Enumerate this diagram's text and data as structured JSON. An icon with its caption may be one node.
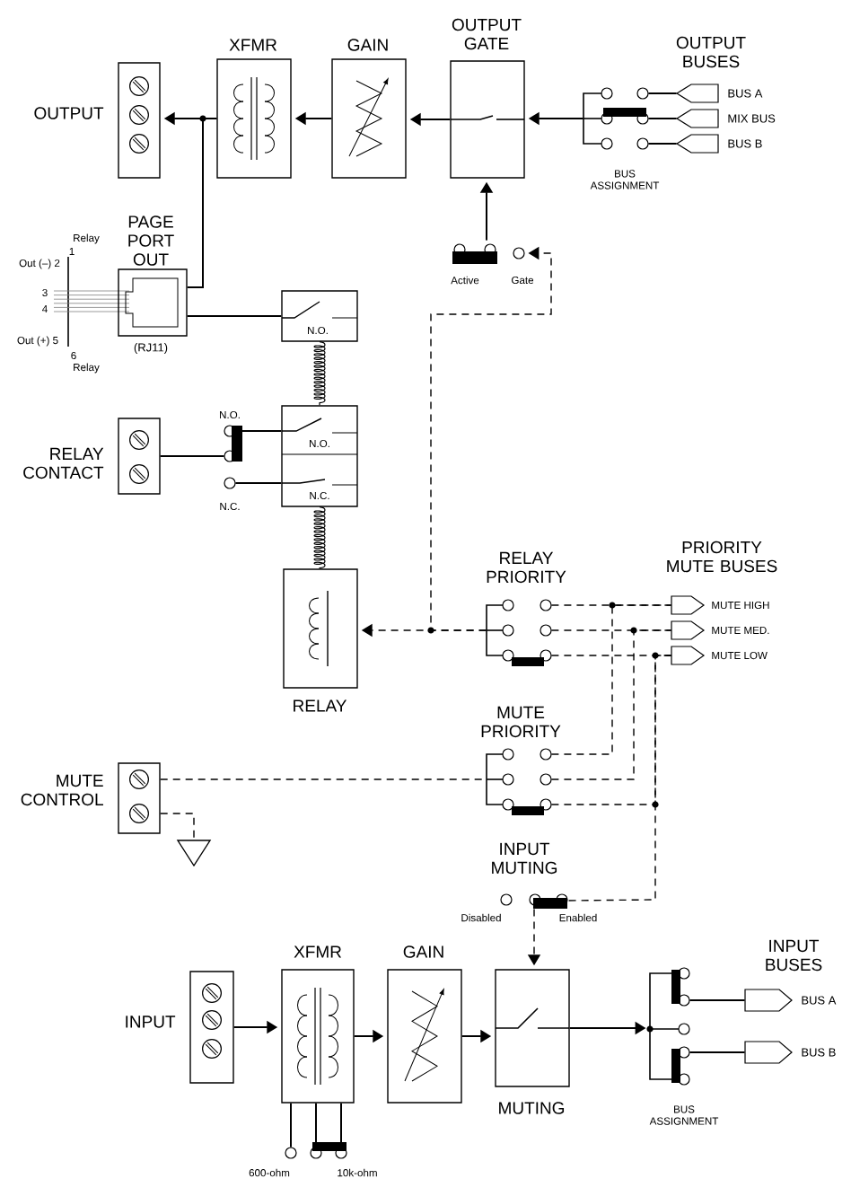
{
  "diagram": {
    "nodes": [
      {
        "text": [
          "OUTPUT"
        ]
      },
      {
        "text": [
          "XFMR"
        ]
      },
      {
        "text": [
          "GAIN"
        ]
      },
      {
        "text": [
          "OUTPUT GATE"
        ]
      },
      {
        "text": [],
        "shape": "switch",
        "beside": [
          "BUS ASSIGNMENT"
        ]
      },
      {
        "text": [],
        "shape": "tag",
        "beside": [
          "BUS A"
        ]
      },
      {
        "text": [],
        "shape": "tag",
        "beside": [
          "MIX BUS"
        ]
      },
      {
        "text": [],
        "shape": "tag",
        "beside": [
          "BUS B"
        ]
      },
      {
        "text": [
          "PAGE PORT OUT"
        ],
        "beside": [
          "(RJ11)"
        ]
      },
      {
        "text": [],
        "shape": "switch",
        "beside": [
          "Active",
          "Gate"
        ]
      },
      {
        "text": [
          "N.O."
        ]
      },
      {
        "text": [
          "RELAY CONTACT"
        ]
      },
      {
        "text": [],
        "shape": "switch",
        "beside": [
          "N.O.",
          "N.C."
        ]
      },
      {
        "text": [
          "N.O.",
          "N.C."
        ]
      },
      {
        "text": [
          "RELAY"
        ]
      },
      {
        "text": [
          "RELAY PRIORITY"
        ]
      },
      {
        "text": [],
        "shape": "tag",
        "beside": [
          "MUTE HIGH"
        ]
      },
      {
        "text": [],
        "shape": "tag",
        "beside": [
          "MUTE MED."
        ]
      },
      {
        "text": [],
        "shape": "tag",
        "beside": [
          "MUTE LOW"
        ]
      },
      {
        "text": [
          "MUTE PRIORITY"
        ]
      },
      {
        "text": [
          "MUTE CONTROL"
        ]
      },
      {
        "text": [],
        "shape": "ground"
      },
      {
        "text": [
          "INPUT MUTING"
        ],
        "beside": [
          "Disabled",
          "Enabled"
        ]
      },
      {
        "text": [
          "INPUT"
        ]
      },
      {
        "text": [
          "XFMR"
        ]
      },
      {
        "text": [
          "GAIN"
        ]
      },
      {
        "text": [
          "MUTING"
        ]
      },
      {
        "text": [],
        "shape": "switch",
        "beside": [
          "600-ohm",
          "10k-ohm"
        ]
      },
      {
        "text": [],
        "shape": "switch",
        "beside": [
          "BUS ASSIGNMENT"
        ]
      },
      {
        "text": [],
        "shape": "tag",
        "beside": [
          "BUS A"
        ]
      },
      {
        "text": [],
        "shape": "tag",
        "beside": [
          "BUS B"
        ]
      }
    ],
    "edges": [
      {
        "from": 4,
        "to": 3,
        "arrow": "to"
      },
      {
        "from": 3,
        "to": 2,
        "arrow": "to"
      },
      {
        "from": 2,
        "to": 1,
        "arrow": "to"
      },
      {
        "from": 1,
        "to": 0,
        "arrow": "to"
      },
      {
        "from": 5,
        "to": 4,
        "arrow": "none"
      },
      {
        "from": 6,
        "to": 4,
        "arrow": "none"
      },
      {
        "from": 7,
        "to": 4,
        "arrow": "none"
      },
      {
        "from": 1,
        "to": 8,
        "arrow": "none"
      },
      {
        "from": 9,
        "to": 3,
        "arrow": "to"
      },
      {
        "from": 8,
        "to": 10,
        "arrow": "none"
      },
      {
        "from": 11,
        "to": 12,
        "arrow": "none"
      },
      {
        "from": 12,
        "to": 13,
        "arrow": "none"
      },
      {
        "from": 12,
        "to": 13,
        "arrow": "none"
      },
      {
        "from": 15,
        "to": 14,
        "arrow": "to",
        "style": "dashed"
      },
      {
        "from": 15,
        "to": 9,
        "arrow": "to",
        "style": "dashed"
      },
      {
        "from": 15,
        "to": 16,
        "arrow": "none",
        "style": "dashed"
      },
      {
        "from": 15,
        "to": 17,
        "arrow": "none",
        "style": "dashed"
      },
      {
        "from": 15,
        "to": 18,
        "arrow": "none",
        "style": "dashed"
      },
      {
        "from": 19,
        "to": 16,
        "arrow": "none",
        "style": "dashed"
      },
      {
        "from": 19,
        "to": 17,
        "arrow": "none",
        "style": "dashed"
      },
      {
        "from": 19,
        "to": 18,
        "arrow": "none",
        "style": "dashed"
      },
      {
        "from": 20,
        "to": 19,
        "arrow": "none",
        "style": "dashed"
      },
      {
        "from": 20,
        "to": 21,
        "arrow": "none",
        "style": "dashed"
      },
      {
        "from": 18,
        "to": 22,
        "arrow": "none",
        "style": "dashed"
      },
      {
        "from": 22,
        "to": 26,
        "arrow": "to",
        "style": "dashed"
      },
      {
        "from": 23,
        "to": 24,
        "arrow": "to"
      },
      {
        "from": 24,
        "to": 25,
        "arrow": "to"
      },
      {
        "from": 25,
        "to": 26,
        "arrow": "to"
      },
      {
        "from": 26,
        "to": 28,
        "arrow": "to"
      },
      {
        "from": 28,
        "to": 29,
        "arrow": "none"
      },
      {
        "from": 28,
        "to": 30,
        "arrow": "none"
      },
      {
        "from": 24,
        "to": 27,
        "arrow": "none"
      },
      {
        "from": 24,
        "to": 27,
        "arrow": "none"
      },
      {
        "from": 24,
        "to": 27,
        "arrow": "none"
      },
      {
        "from": 10,
        "to": 13,
        "arrow": "none"
      },
      {
        "from": 13,
        "to": 14,
        "arrow": "none"
      }
    ],
    "labels": [
      "OUTPUT BUSES",
      "Relay",
      "1",
      "Out (–) 2",
      "3",
      "4",
      "Out (+) 5",
      "6",
      "Relay",
      "PRIORITY MUTE BUSES",
      "INPUT BUSES"
    ]
  }
}
